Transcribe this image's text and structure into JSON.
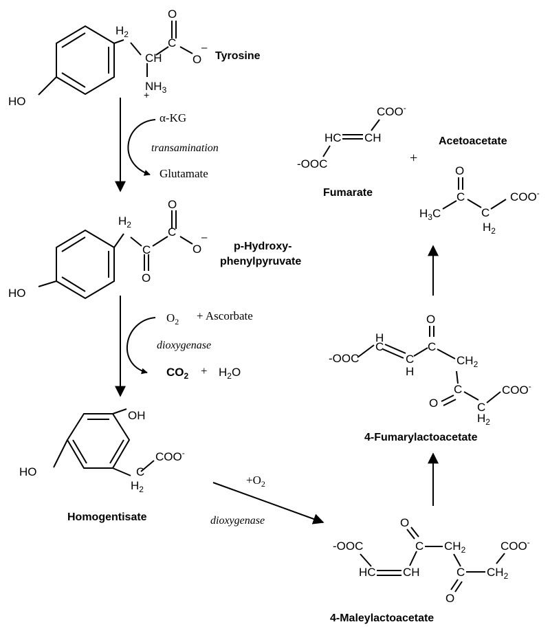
{
  "compounds": {
    "tyrosine": "Tyrosine",
    "hpp_line1": "p-Hydroxy-",
    "hpp_line2": "phenylpyruvate",
    "homogentisate": "Homogentisate",
    "maleylacetoacetate": "4-Maleylactoacetate",
    "fumarylacetoacetate": "4-Fumarylactoacetate",
    "fumarate": "Fumarate",
    "acetoacetate": "Acetoacetate"
  },
  "steps": {
    "step1": {
      "cosubstrate": "α-KG",
      "enzyme": "transamination",
      "product": "Glutamate"
    },
    "step2": {
      "cosubstrate": "O",
      "cosubstrate_sub": "2",
      "extra": "+ Ascorbate",
      "enzyme": "dioxygenase",
      "product1": "CO",
      "product1_sub": "2",
      "plus": "+",
      "product2": "H",
      "product2_sub": "2",
      "product2_tail": "O"
    },
    "step3": {
      "cosubstrate": "+O",
      "cosubstrate_sub": "2",
      "enzyme": "dioxygenase"
    },
    "final_plus": "+"
  }
}
